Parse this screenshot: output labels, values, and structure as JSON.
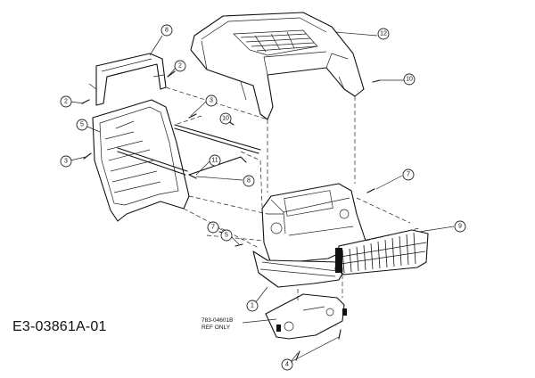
{
  "drawing_number": "E3-03861A-01",
  "reference_note": {
    "part_number": "783-04601B",
    "text": "REF ONLY"
  },
  "callouts": [
    {
      "label": "8"
    },
    {
      "label": "2"
    },
    {
      "label": "2"
    },
    {
      "label": "5"
    },
    {
      "label": "3"
    },
    {
      "label": "3"
    },
    {
      "label": "10"
    },
    {
      "label": "11"
    },
    {
      "label": "8"
    },
    {
      "label": "12"
    },
    {
      "label": "10"
    },
    {
      "label": "7"
    },
    {
      "label": "7"
    },
    {
      "label": "5"
    },
    {
      "label": "9"
    },
    {
      "label": "1"
    },
    {
      "label": "4"
    }
  ]
}
